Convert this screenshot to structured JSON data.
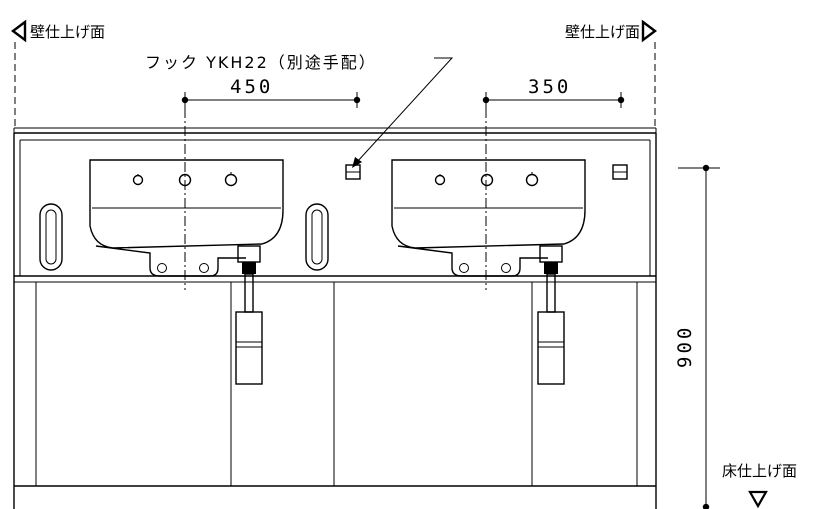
{
  "labels": {
    "wall_left": "壁仕上げ面",
    "wall_right": "壁仕上げ面",
    "hook_note": "フック YKH22（別途手配）",
    "floor": "床仕上げ面"
  },
  "dimensions": {
    "left_spacing": "450",
    "right_spacing": "350",
    "height": "900"
  }
}
